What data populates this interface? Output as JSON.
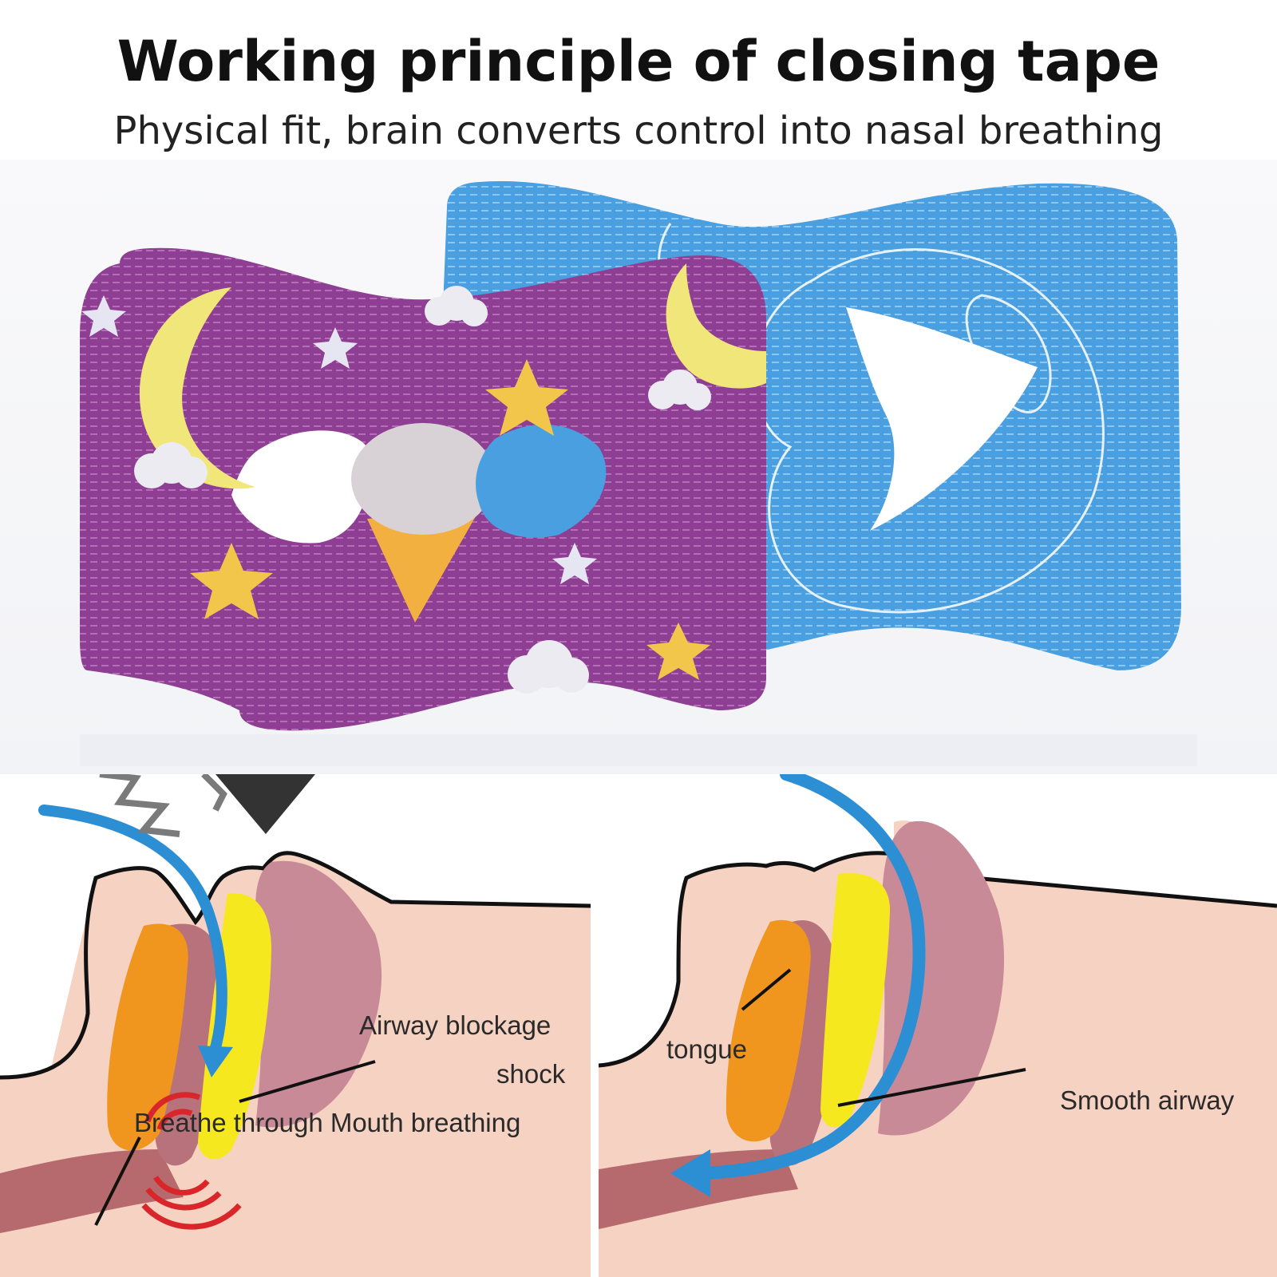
{
  "header": {
    "title": "Working principle of closing tape",
    "subtitle": "Physical fit, brain converts control into nasal breathing"
  },
  "left_panel": {
    "labels": {
      "airway_blockage": "Airway blockage",
      "shock": "shock",
      "breathe_through": "Breathe through Mouth breathing"
    }
  },
  "right_panel": {
    "labels": {
      "tongue": "tongue",
      "smooth_airway": "Smooth airway"
    }
  },
  "colors": {
    "tape_purple": "#8e3f93",
    "tape_blue": "#4a9fe0",
    "skin": "#f6d2c2",
    "palate_pink": "#c98a98",
    "tongue_orange": "#f0961e",
    "airway_yellow": "#f6e81f",
    "arrow_blue": "#2c8fd4",
    "signal_red": "#d9262a"
  }
}
